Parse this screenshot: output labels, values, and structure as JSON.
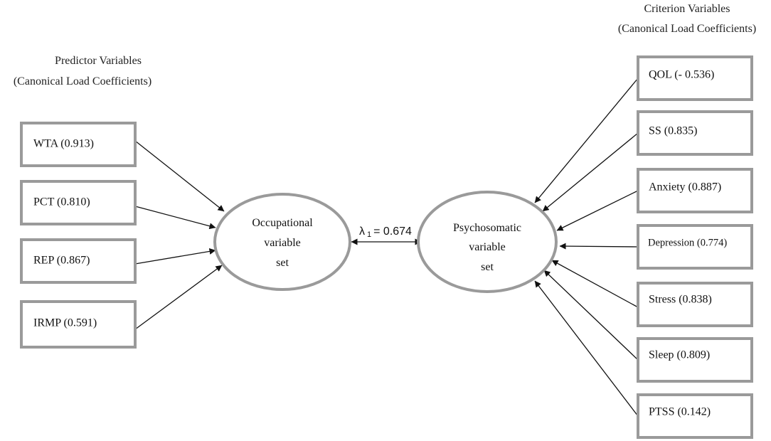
{
  "predictor_heading": {
    "line1": "Predictor Variables",
    "line2": "(Canonical Load Coefficients)"
  },
  "criterion_heading": {
    "line1": "Criterion Variables",
    "line2": "(Canonical Load Coefficients)"
  },
  "occupational_set": {
    "line1": "Occupational",
    "line2": "variable",
    "line3": "set"
  },
  "psychosomatic_set": {
    "line1": "Psychosomatic",
    "line2": "variable",
    "line3": "set"
  },
  "canonical_correlation": {
    "symbol": "λ",
    "subscript": "1",
    "value": "= 0.674"
  },
  "predictors": [
    {
      "label": "WTA (0.913)"
    },
    {
      "label": "PCT (0.810)"
    },
    {
      "label": "REP (0.867)"
    },
    {
      "label": "IRMP (0.591)"
    }
  ],
  "criteria": [
    {
      "label": "QOL (- 0.536)"
    },
    {
      "label": "SS (0.835)"
    },
    {
      "label": "Anxiety (0.887)"
    },
    {
      "label": "Depression (0.774)"
    },
    {
      "label": "Stress (0.838)"
    },
    {
      "label": "Sleep (0.809)"
    },
    {
      "label": "PTSS (0.142)"
    }
  ]
}
